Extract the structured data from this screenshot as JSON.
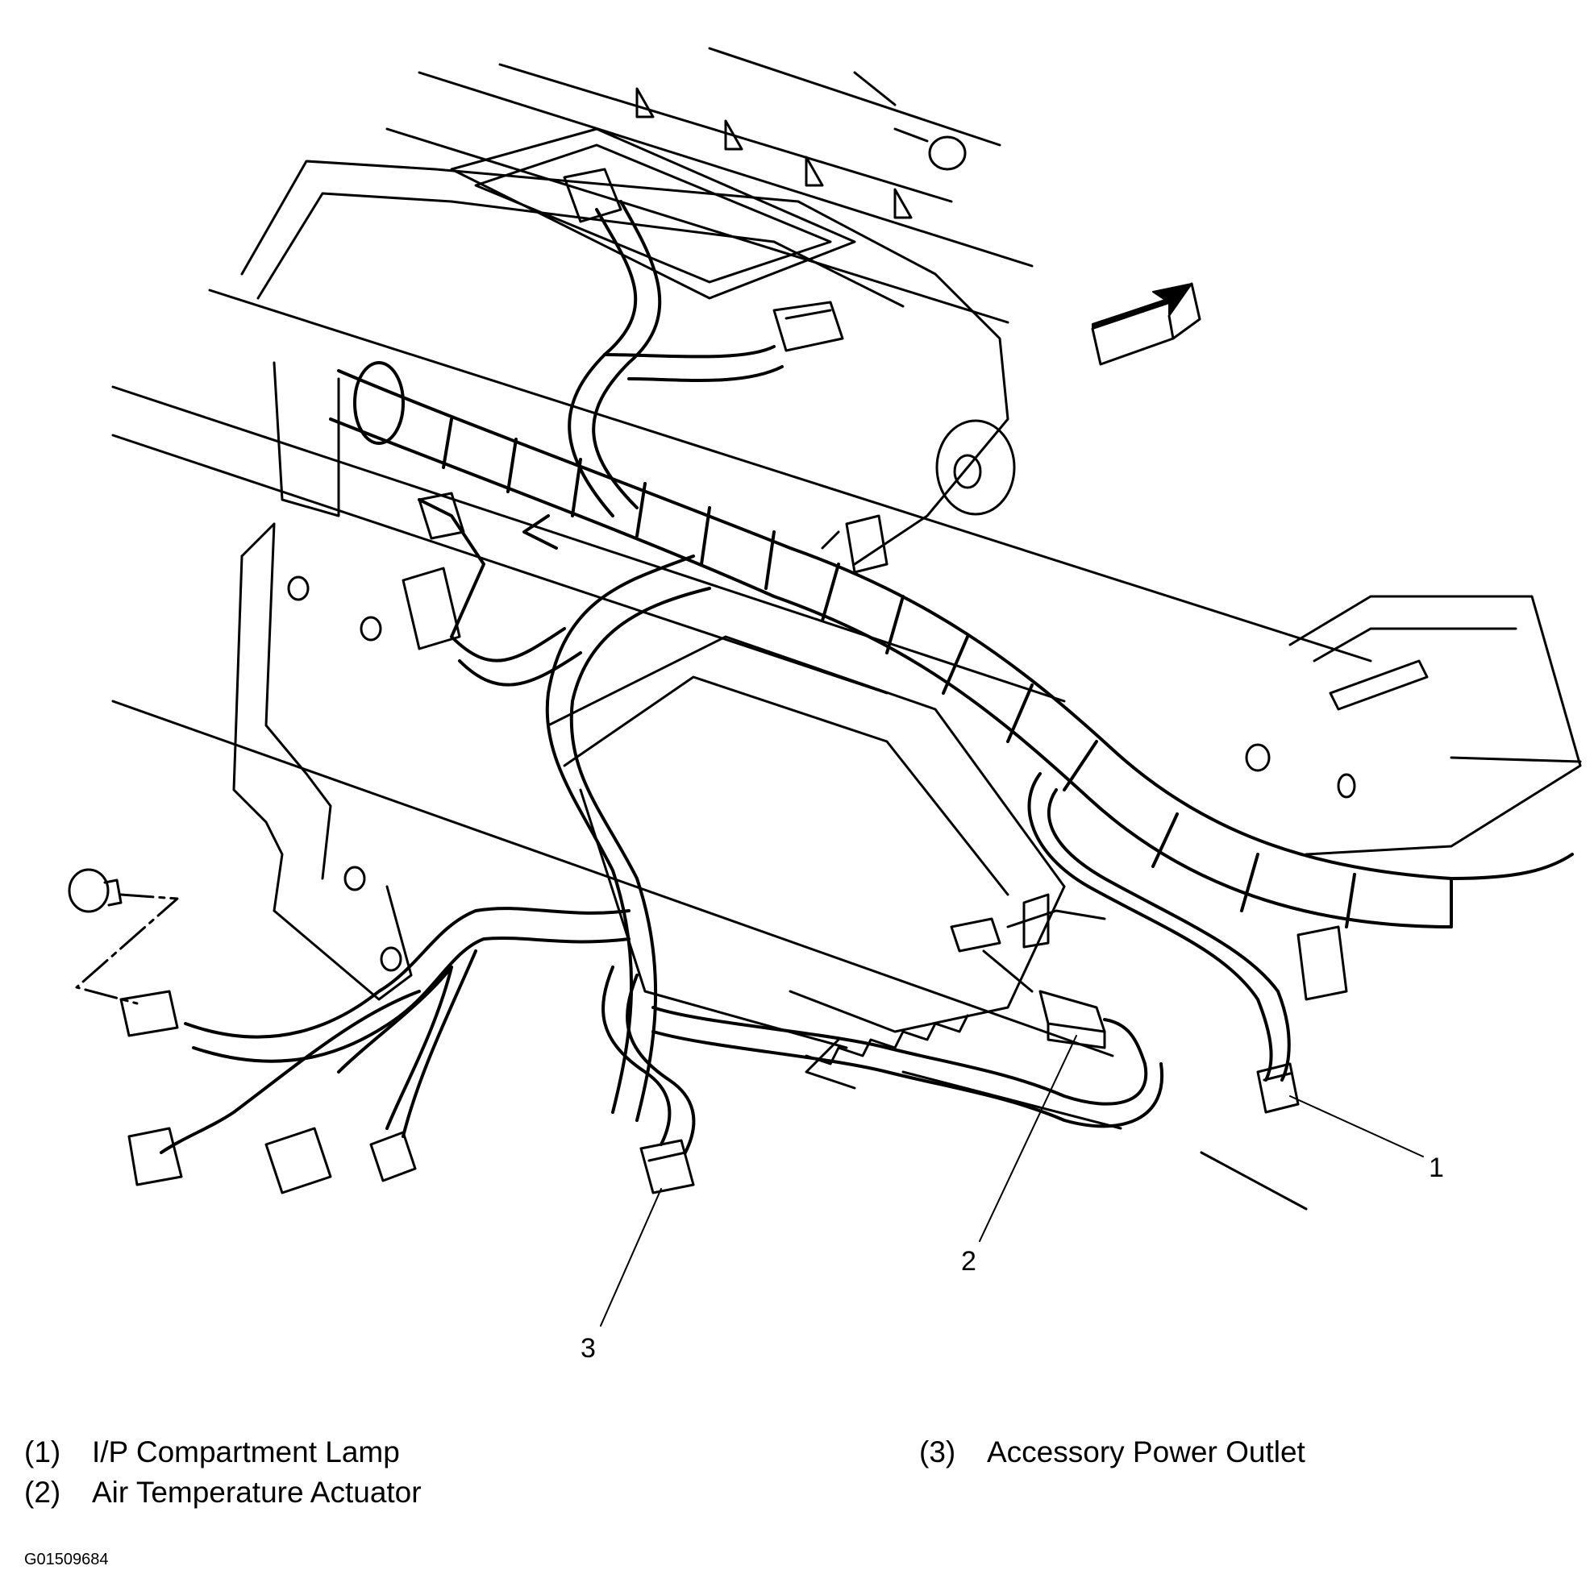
{
  "callouts": [
    {
      "id": "1",
      "label": "1"
    },
    {
      "id": "2",
      "label": "2"
    },
    {
      "id": "3",
      "label": "3"
    }
  ],
  "legend": [
    {
      "number": "(1)",
      "text": "I/P Compartment Lamp"
    },
    {
      "number": "(2)",
      "text": "Air Temperature Actuator"
    },
    {
      "number": "(3)",
      "text": "Accessory Power Outlet"
    }
  ],
  "figure_id": "G01509684"
}
